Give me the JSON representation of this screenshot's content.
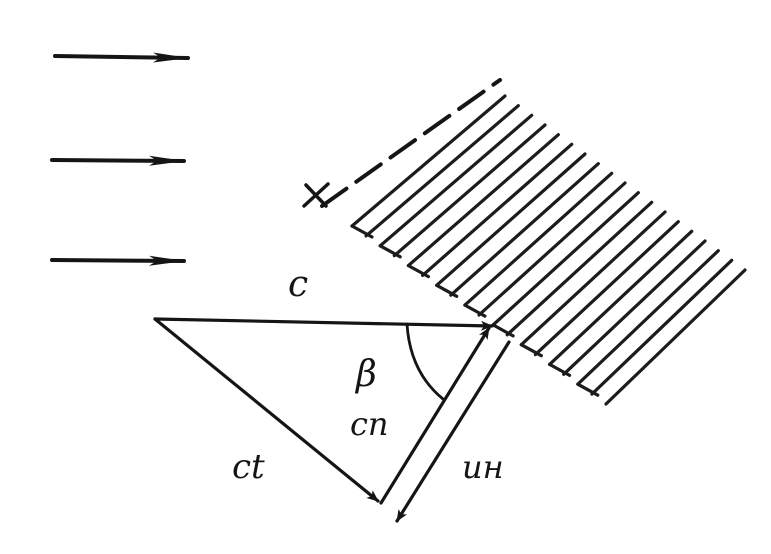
{
  "labels": {
    "c": "c",
    "beta": "β",
    "c_n": "cп",
    "c_t": "ct",
    "u_n": "uн"
  },
  "colors": {
    "ink": "#151515",
    "background": "#ffffff"
  }
}
